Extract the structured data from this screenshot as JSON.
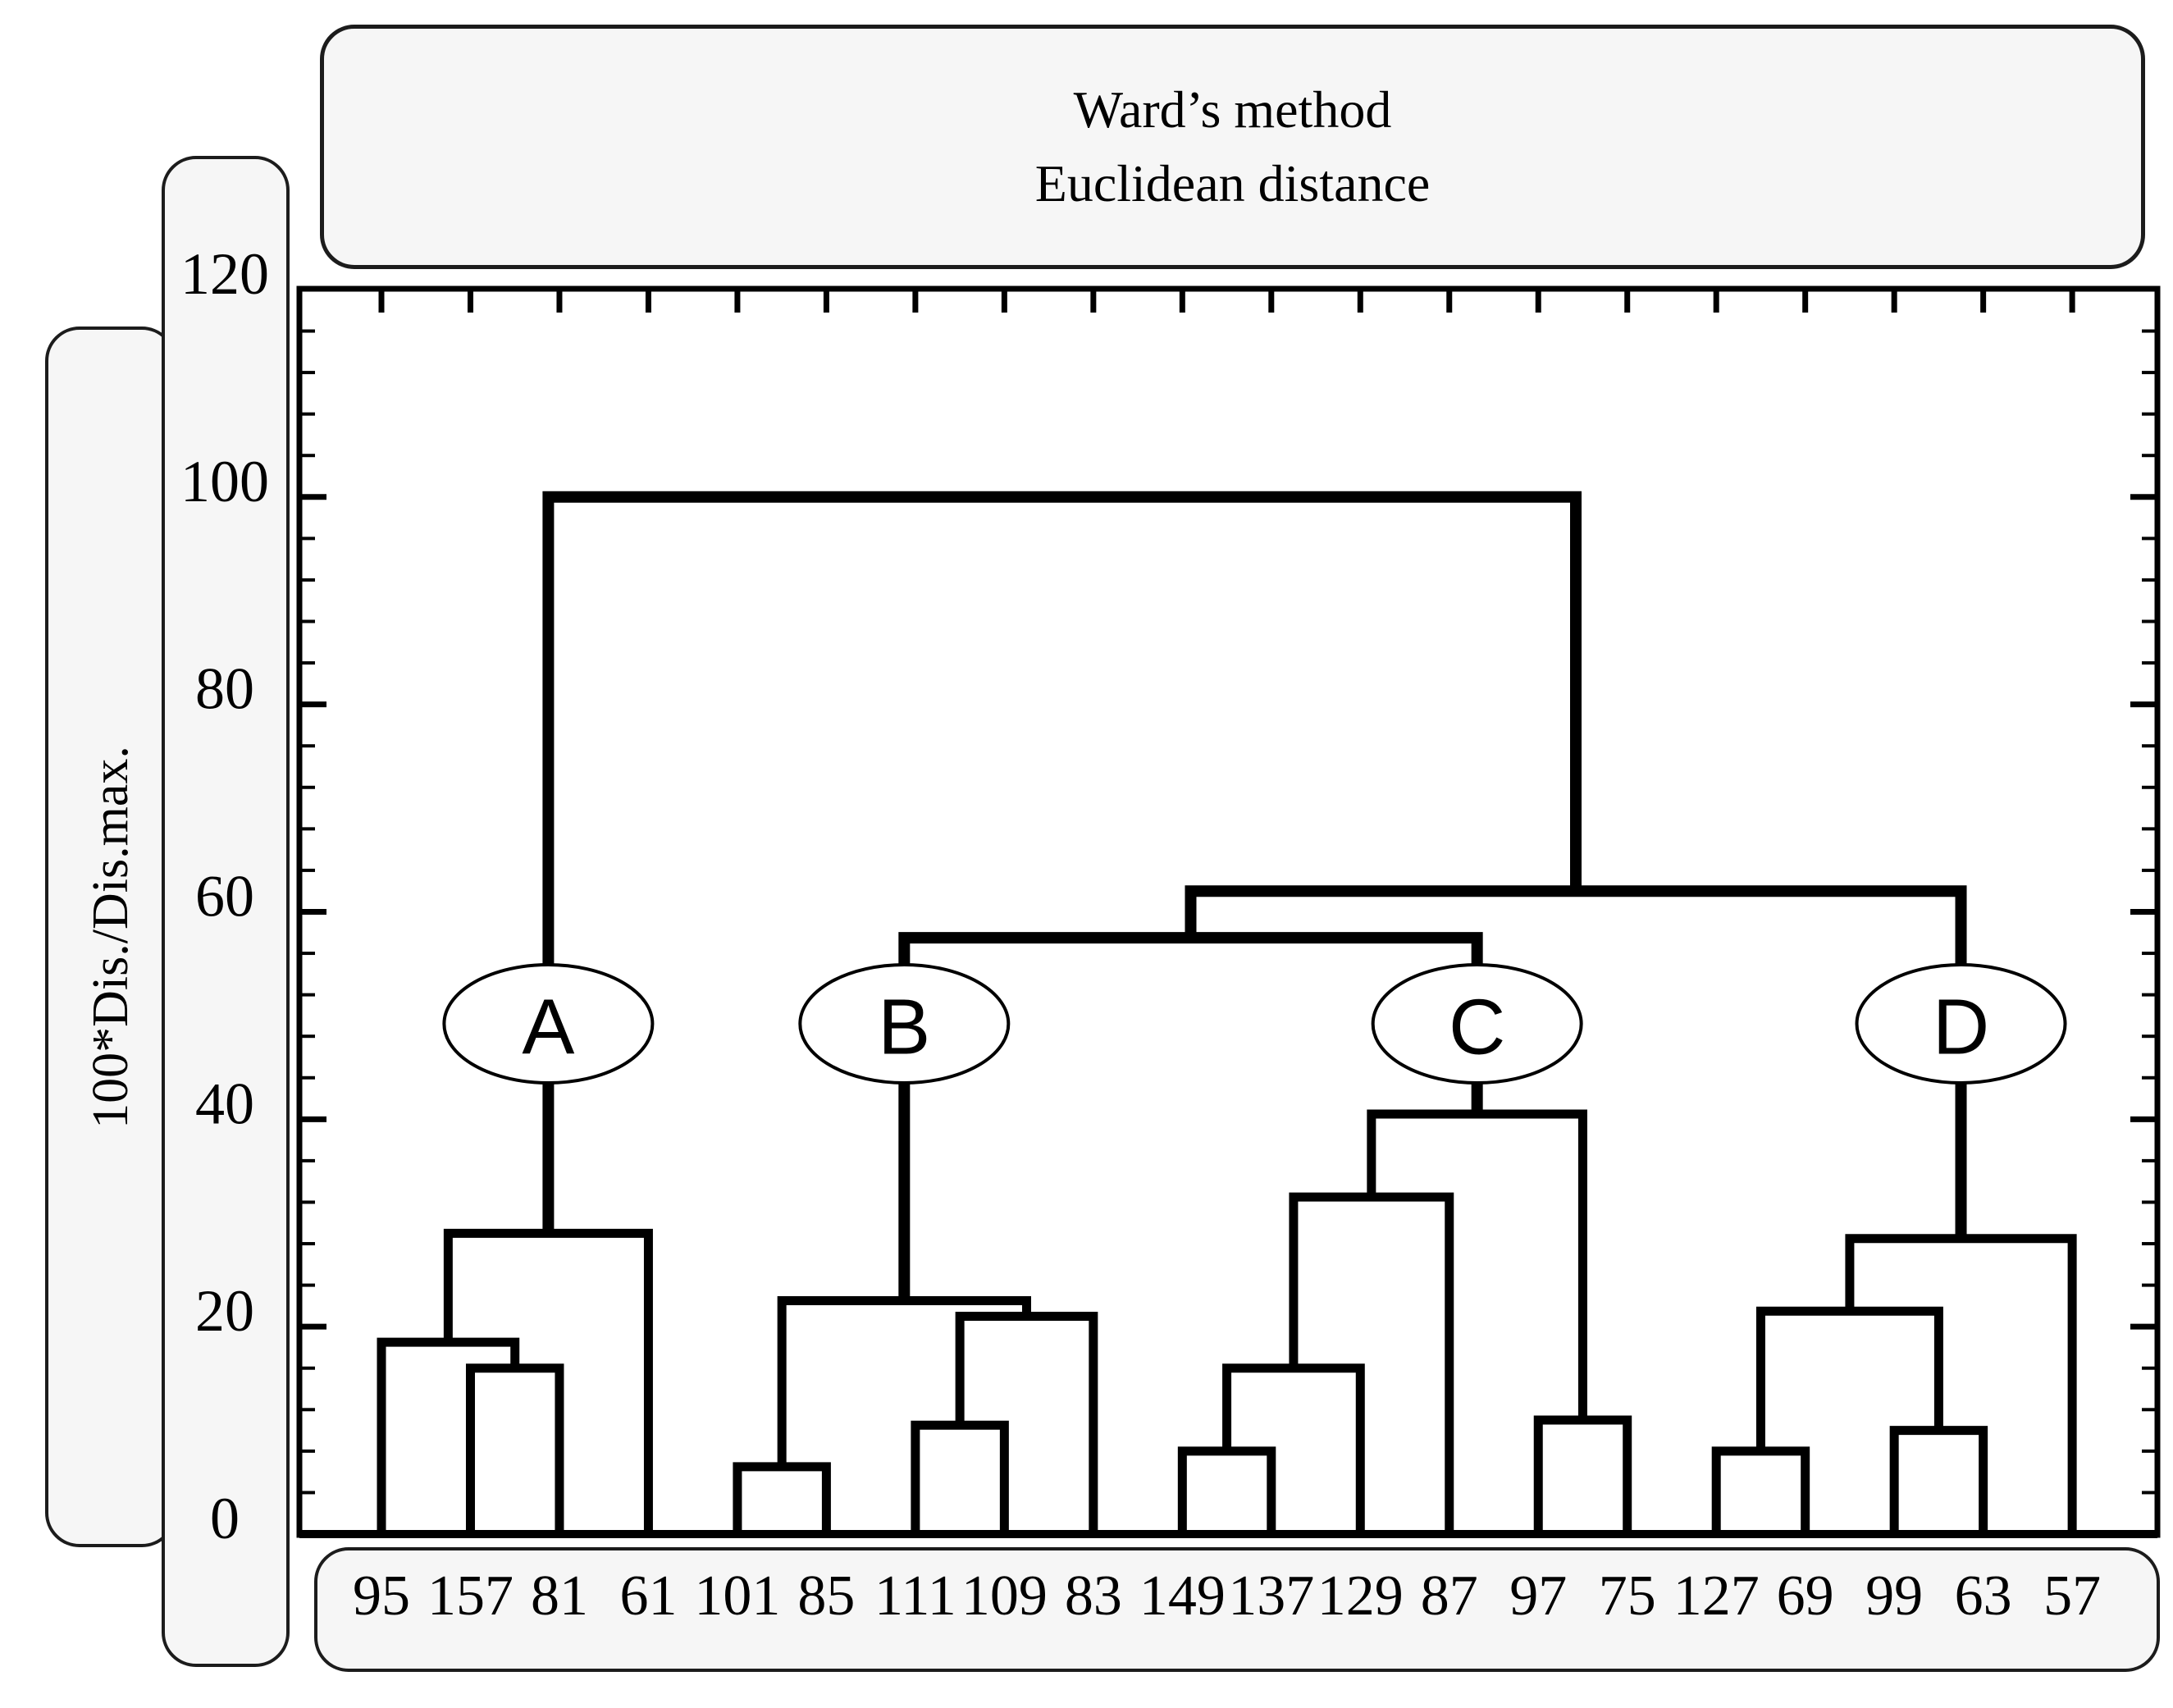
{
  "title": {
    "line1": "Ward’s method",
    "line2": "Euclidean distance"
  },
  "y_axis": {
    "label": "100*Dis./Dis.max.",
    "tick_labels": [
      "0",
      "20",
      "40",
      "60",
      "80",
      "100",
      "120"
    ],
    "minor_step": 4,
    "range": [
      0,
      120
    ]
  },
  "x_axis": {
    "leaf_labels": [
      "95",
      "157",
      "81",
      "61",
      "101",
      "85",
      "111",
      "109",
      "83",
      "149",
      "137",
      "129",
      "87",
      "97",
      "75",
      "127",
      "69",
      "99",
      "63",
      "57"
    ]
  },
  "cluster_badges": [
    "A",
    "B",
    "C",
    "D"
  ],
  "colors": {
    "line": "#000000",
    "box_fill": "#f6f6f6",
    "box_border": "#1c1c1c",
    "text": "#000000"
  },
  "chart_data": {
    "type": "dendrogram",
    "title": "Ward’s method Euclidean distance",
    "ylabel": "100*Dis./Dis.max.",
    "ylim": [
      0,
      120
    ],
    "y_major_ticks": [
      0,
      20,
      40,
      60,
      80,
      100,
      120
    ],
    "y_minor_step": 4,
    "grid": false,
    "leaves": [
      "95",
      "157",
      "81",
      "61",
      "101",
      "85",
      "111",
      "109",
      "83",
      "149",
      "137",
      "129",
      "87",
      "97",
      "75",
      "127",
      "69",
      "99",
      "63",
      "57"
    ],
    "merges": [
      {
        "id": "n1",
        "a": "157",
        "b": "81",
        "height": 16
      },
      {
        "id": "n2",
        "a": "95",
        "b": "n1",
        "height": 18.5
      },
      {
        "id": "A",
        "a": "n2",
        "b": "61",
        "height": 29,
        "cluster_label": "A"
      },
      {
        "id": "n3",
        "a": "101",
        "b": "85",
        "height": 6.5
      },
      {
        "id": "n4",
        "a": "111",
        "b": "109",
        "height": 10.5
      },
      {
        "id": "n5",
        "a": "n4",
        "b": "83",
        "height": 21
      },
      {
        "id": "B",
        "a": "n3",
        "b": "n5",
        "height": 22.5,
        "cluster_label": "B"
      },
      {
        "id": "n6",
        "a": "149",
        "b": "137",
        "height": 8
      },
      {
        "id": "n7",
        "a": "n6",
        "b": "129",
        "height": 16
      },
      {
        "id": "n8",
        "a": "n7",
        "b": "87",
        "height": 32.5
      },
      {
        "id": "n9",
        "a": "97",
        "b": "75",
        "height": 11
      },
      {
        "id": "C",
        "a": "n8",
        "b": "n9",
        "height": 40.5,
        "cluster_label": "C"
      },
      {
        "id": "n10",
        "a": "127",
        "b": "69",
        "height": 8
      },
      {
        "id": "n11",
        "a": "99",
        "b": "63",
        "height": 10
      },
      {
        "id": "n12",
        "a": "n10",
        "b": "n11",
        "height": 21.5
      },
      {
        "id": "D",
        "a": "n12",
        "b": "57",
        "height": 28.5,
        "cluster_label": "D"
      },
      {
        "id": "BC",
        "a": "B",
        "b": "C",
        "height": 57.5
      },
      {
        "id": "BCD",
        "a": "BC",
        "b": "D",
        "height": 62
      },
      {
        "id": "root",
        "a": "A",
        "b": "BCD",
        "height": 100
      }
    ]
  }
}
